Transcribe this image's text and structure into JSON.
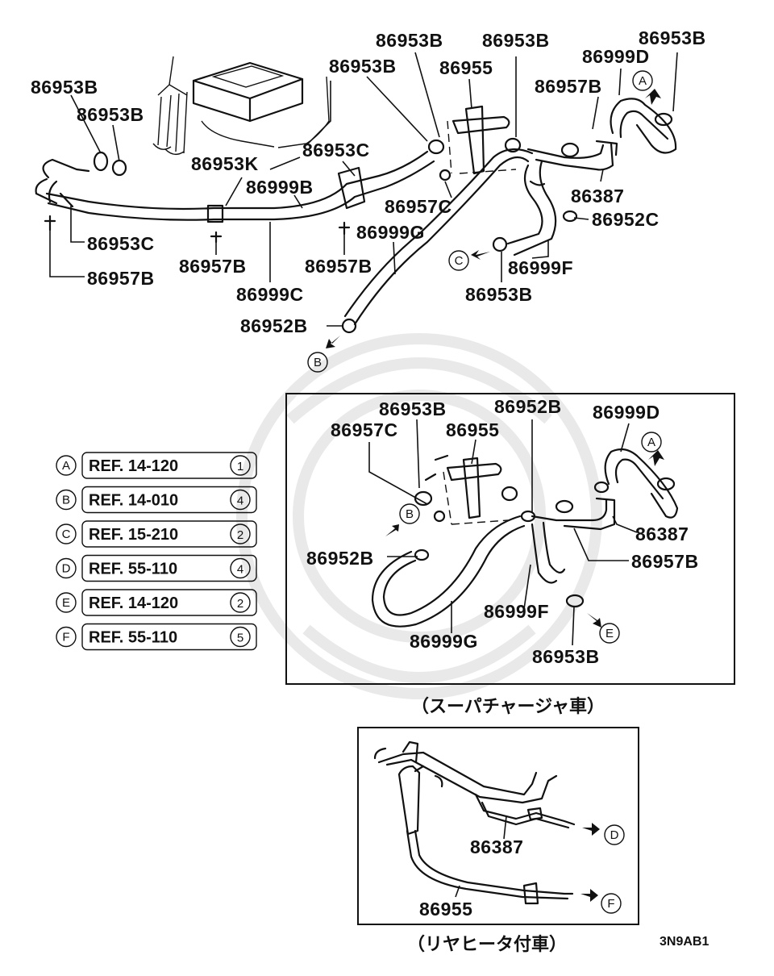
{
  "main_labels": {
    "l1": "86953B",
    "l2": "86953B",
    "l3": "86953B",
    "l4": "86953B",
    "l5": "86953B",
    "l6": "86955",
    "l7": "86999D",
    "l8": "86957B",
    "l9": "86953B",
    "l10": "86953C",
    "l11": "86953K",
    "l12": "86999B",
    "l13": "86957C",
    "l14": "86387",
    "l15": "86952C",
    "l16": "86953C",
    "l17": "86957B",
    "l18": "86957B",
    "l19": "86999G",
    "l20": "86999F",
    "l21": "86957B",
    "l22": "86999C",
    "l23": "86953B",
    "l24": "86952B"
  },
  "main_circles": {
    "a": "A",
    "b": "B",
    "c": "C"
  },
  "sc_labels": {
    "s1": "86953B",
    "s2": "86952B",
    "s3": "86999D",
    "s4": "86957C",
    "s5": "86955",
    "s6": "86387",
    "s7": "86957B",
    "s8": "86952B",
    "s9": "86999F",
    "s10": "86999G",
    "s11": "86953B"
  },
  "sc_circles": {
    "a": "A",
    "b": "B",
    "e": "E"
  },
  "sc_caption": "（スーパチャージャ車）",
  "rear_labels": {
    "r1": "86387",
    "r2": "86955"
  },
  "rear_circles": {
    "d": "D",
    "f": "F"
  },
  "rear_caption": "（リヤヒータ付車）",
  "references": [
    {
      "letter": "A",
      "ref": "REF. 14-120",
      "num": "1"
    },
    {
      "letter": "B",
      "ref": "REF. 14-010",
      "num": "4"
    },
    {
      "letter": "C",
      "ref": "REF. 15-210",
      "num": "2"
    },
    {
      "letter": "D",
      "ref": "REF. 55-110",
      "num": "4"
    },
    {
      "letter": "E",
      "ref": "REF. 14-120",
      "num": "2"
    },
    {
      "letter": "F",
      "ref": "REF. 55-110",
      "num": "5"
    }
  ],
  "diagram_code": "3N9AB1"
}
